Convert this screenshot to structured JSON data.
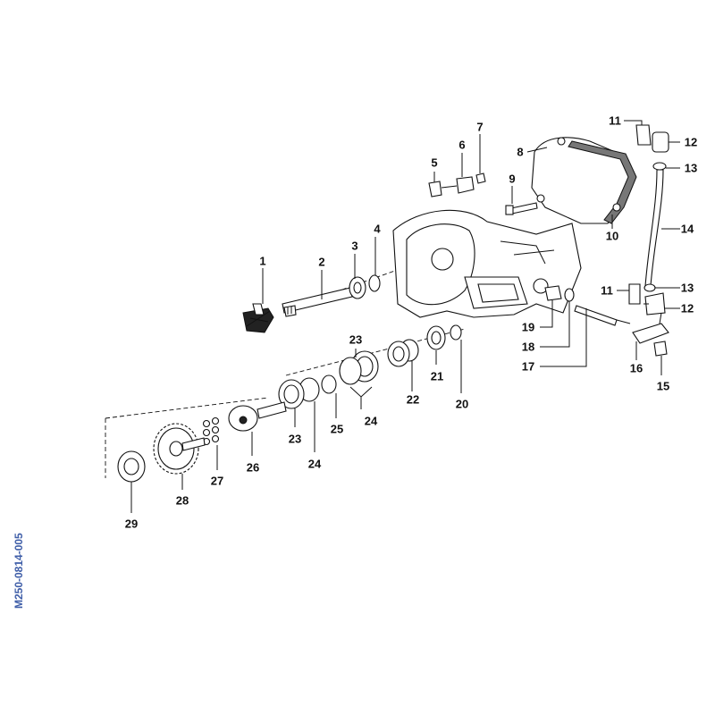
{
  "diagram": {
    "reference_code": "M250-0814-005",
    "callouts": [
      "1",
      "2",
      "3",
      "4",
      "5",
      "6",
      "7",
      "8",
      "9",
      "10",
      "11",
      "12",
      "13",
      "14",
      "11",
      "13",
      "12",
      "19",
      "18",
      "17",
      "16",
      "15",
      "23",
      "21",
      "22",
      "20",
      "24",
      "23",
      "25",
      "24",
      "26",
      "27",
      "28",
      "29"
    ]
  },
  "colors": {
    "reference_code": "#3f5ea8",
    "line_art": "#111111",
    "background": "#ffffff"
  }
}
